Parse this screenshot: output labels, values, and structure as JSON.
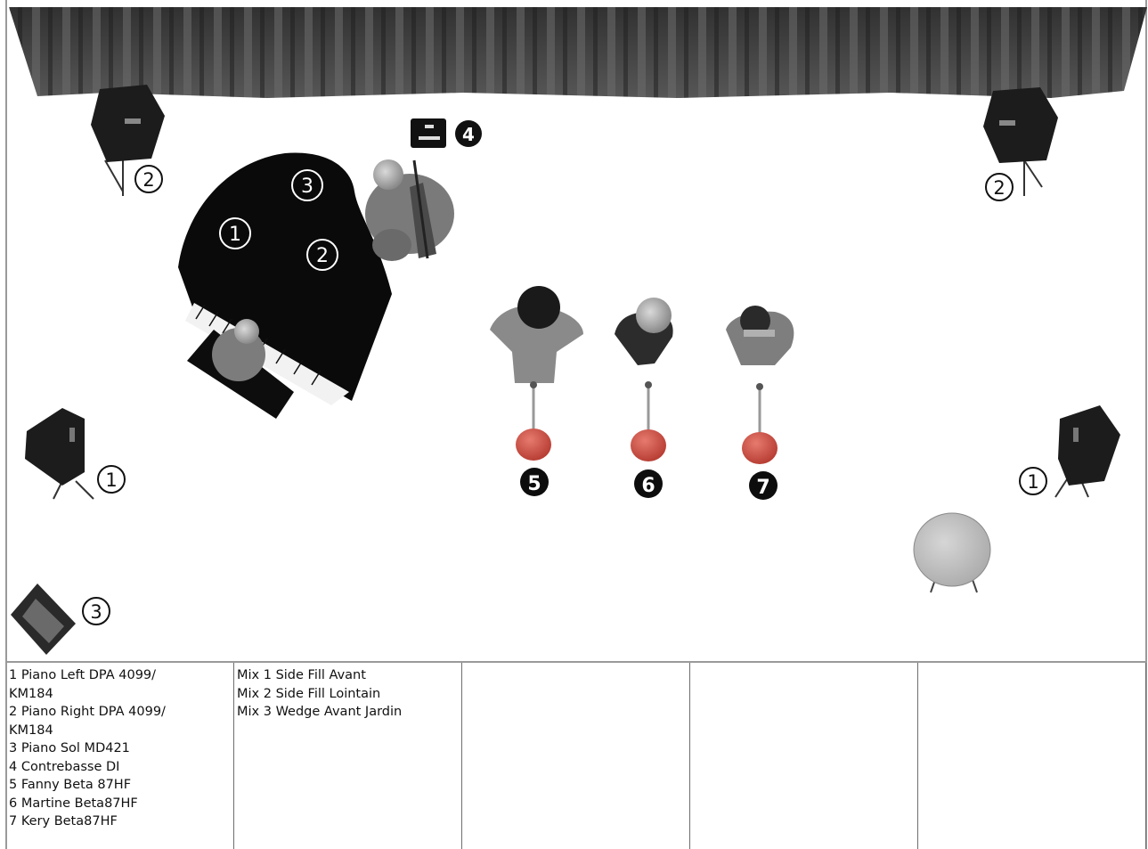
{
  "stage": {
    "curtain_color": "#3a3a3a",
    "floor_color": "#ffffff",
    "piano_mic_labels": [
      "1",
      "2",
      "3"
    ],
    "bass_di_label": "4",
    "vocal_mic_labels": [
      "5",
      "6",
      "7"
    ],
    "side_fill_front_labels": [
      "1",
      "1"
    ],
    "side_fill_back_labels": [
      "2",
      "2"
    ],
    "wedge_label": "3",
    "mic_base_color": "#d9534a",
    "stool_color": "#c8c8c8"
  },
  "legend": {
    "columns": [
      {
        "lines": [
          "1 Piano Left DPA 4099/",
          "KM184",
          "2 Piano Right DPA 4099/",
          "KM184",
          "3 Piano Sol MD421",
          "4 Contrebasse DI",
          "5 Fanny Beta 87HF",
          "6 Martine Beta87HF",
          "7 Kery Beta87HF"
        ]
      },
      {
        "lines": [
          "Mix 1 Side Fill Avant",
          "Mix 2 Side Fill Lointain",
          "Mix 3 Wedge Avant Jardin"
        ]
      },
      {
        "lines": []
      },
      {
        "lines": []
      },
      {
        "lines": []
      }
    ]
  }
}
